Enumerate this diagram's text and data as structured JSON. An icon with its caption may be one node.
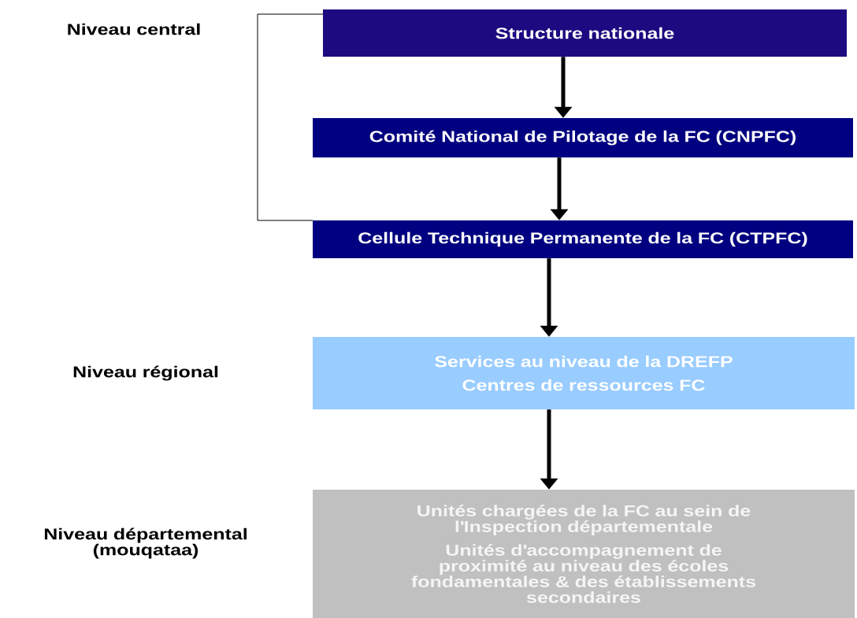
{
  "diagram": {
    "nodes": [
      {
        "text": [
          "Structure nationale"
        ]
      },
      {
        "text": [
          "Comité National de Pilotage de la FC (CNPFC)"
        ]
      },
      {
        "text": [
          "Cellule Technique Permanente de la FC (CTPFC)"
        ]
      },
      {
        "text": [
          "Services au niveau de la DREFP",
          "Centres de ressources FC"
        ]
      },
      {
        "text": [
          "Unités chargées de la FC au sein de l'Inspection départementale",
          "Unités d'accompagnement de proximité au niveau des écoles fondamentales & des établissements secondaires"
        ]
      }
    ],
    "edges": [
      {
        "from": 0,
        "to": 1,
        "arrow": "to"
      },
      {
        "from": 1,
        "to": 2,
        "arrow": "to"
      },
      {
        "from": 2,
        "to": 3,
        "arrow": "to"
      },
      {
        "from": 3,
        "to": 4,
        "arrow": "to"
      }
    ],
    "labels": [
      "Niveau central",
      "Niveau régional",
      "Niveau départemental (mouqataa)"
    ]
  }
}
